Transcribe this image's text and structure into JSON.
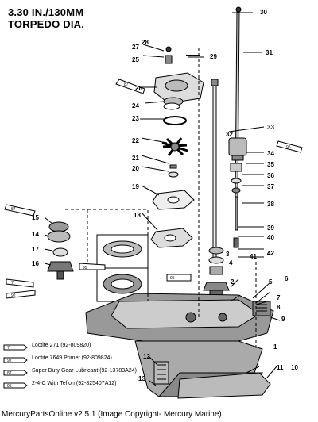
{
  "title": {
    "line1": "3.30 IN./130MM",
    "line2": "TORPEDO DIA."
  },
  "part_numbers": [
    "1",
    "2",
    "3",
    "4",
    "5",
    "6",
    "7",
    "8",
    "9",
    "10",
    "11",
    "12",
    "13",
    "14",
    "15",
    "16",
    "17",
    "18",
    "19",
    "20",
    "21",
    "22",
    "23",
    "24",
    "25",
    "26",
    "27",
    "28",
    "29",
    "30",
    "31",
    "32",
    "33",
    "34",
    "35",
    "36",
    "37",
    "38",
    "39",
    "40",
    "41",
    "42"
  ],
  "tube_tags": [
    "87",
    "95",
    "95",
    "7",
    "92",
    "95",
    "87",
    "7",
    "95"
  ],
  "legend": [
    {
      "code": "7",
      "text": "Loctite 271 (92-809820)"
    },
    {
      "code": "92",
      "text": "Loctite 7649 Primer (92-809824)"
    },
    {
      "code": "87",
      "text": "Super Duty Gear Lubricant (92-13783A24)"
    },
    {
      "code": "95",
      "text": "2-4-C  With Teflon (92-825407A12)"
    }
  ],
  "footer": "MercuryPartsOnline v2.5.1 (Image Copyright- Mercury Marine)"
}
